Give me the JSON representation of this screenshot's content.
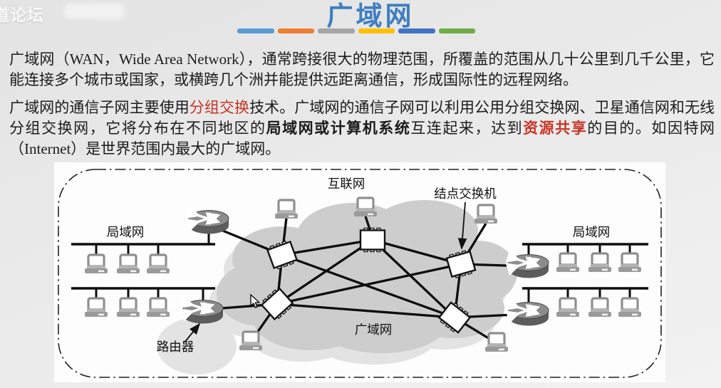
{
  "watermark": {
    "text": "道论坛"
  },
  "header": {
    "title": "广域网"
  },
  "colors": {
    "title_blue": "#3f7ec0",
    "accent_red": "#c83425",
    "cloud": "#cdcdcd"
  },
  "divider_bars": [
    "#5B9BD5",
    "#ED7D31",
    "#A5A5A5",
    "#FFC000",
    "#4472C4",
    "#70AD47"
  ],
  "paragraph1": "广域网（WAN，Wide Area Network），通常跨接很大的物理范围，所覆盖的范围从几十公里到几千公里，它能连接多个城市或国家，或横跨几个洲并能提供远距离通信，形成国际性的远程网络。",
  "paragraph2": {
    "runs": [
      {
        "text": "广域网的通信子网主要使用",
        "style": "normal"
      },
      {
        "text": "分组交换",
        "style": "red"
      },
      {
        "text": "技术。广域网的通信子网可以利用公用分组交换网、卫星通信网和无线分组交换网，它将分布在不同地区的",
        "style": "normal"
      },
      {
        "text": "局域网或计算机系统",
        "style": "bold"
      },
      {
        "text": "互连起来，达到",
        "style": "normal"
      },
      {
        "text": "资源共享",
        "style": "red-bold"
      },
      {
        "text": "的目的。如因特网（Internet）是世界范围内最大的广域网。",
        "style": "normal"
      }
    ]
  },
  "diagram": {
    "labels": {
      "internet": "互联网",
      "node_switch": "结点交换机",
      "lan_left": "局域网",
      "lan_right": "局域网",
      "wan": "广域网",
      "router": "路由器"
    }
  }
}
